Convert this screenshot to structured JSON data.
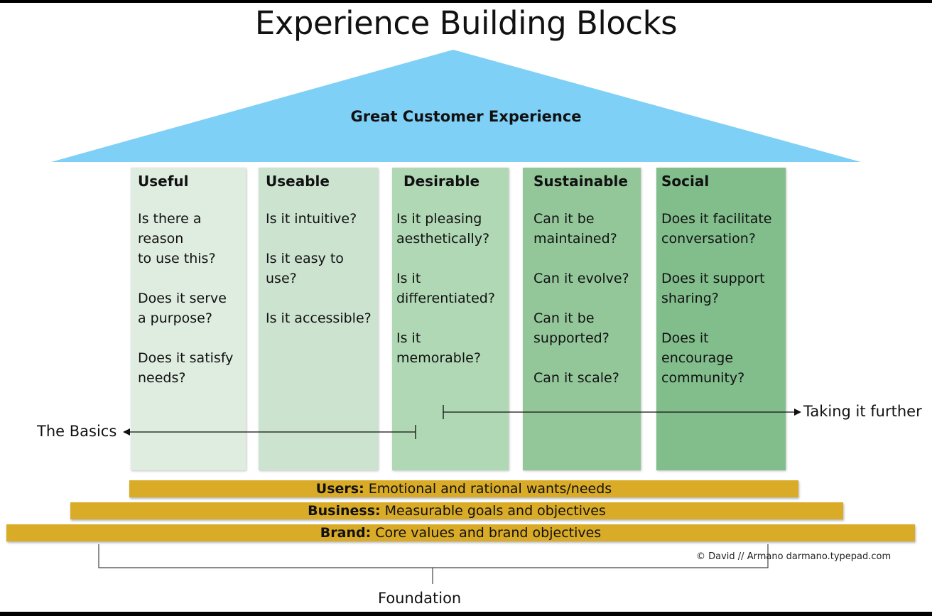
{
  "title": "Experience Building Blocks",
  "roof": {
    "label": "Great Customer Experience",
    "color": "#7fd0f6"
  },
  "pillars": [
    {
      "title": "Useful",
      "color": "#dfece0",
      "questions": [
        "Is there a\nreason\nto use this?",
        "Does it serve\na purpose?",
        "Does it satisfy\nneeds?"
      ]
    },
    {
      "title": "Useable",
      "color": "#cce3d0",
      "questions": [
        "Is it intuitive?",
        "Is it easy to\nuse?",
        "Is it accessible?"
      ]
    },
    {
      "title": "Desirable",
      "color": "#b0d8b5",
      "questions": [
        "Is it pleasing\naesthetically?",
        "Is it\ndifferentiated?",
        "Is it\nmemorable?"
      ]
    },
    {
      "title": "Sustainable",
      "color": "#93c79a",
      "questions": [
        "Can it be\nmaintained?",
        "Can it evolve?",
        "Can it be\nsupported?",
        "Can it scale?"
      ]
    },
    {
      "title": "Social",
      "color": "#82bd8c",
      "questions": [
        "Does it facilitate\nconversation?",
        "Does it support\nsharing?",
        "Does it\nencourage\ncommunity?"
      ]
    }
  ],
  "annotations": {
    "basics": "The Basics",
    "further": "Taking it further"
  },
  "bands": [
    {
      "bold": "Users:",
      "text": " Emotional and rational wants/needs"
    },
    {
      "bold": "Business:",
      "text": " Measurable goals and objectives"
    },
    {
      "bold": "Brand:",
      "text": " Core values and brand objectives"
    }
  ],
  "band_color": "#d9ab27",
  "credit": "© David // Armano  darmano.typepad.com",
  "foundation": "Foundation"
}
